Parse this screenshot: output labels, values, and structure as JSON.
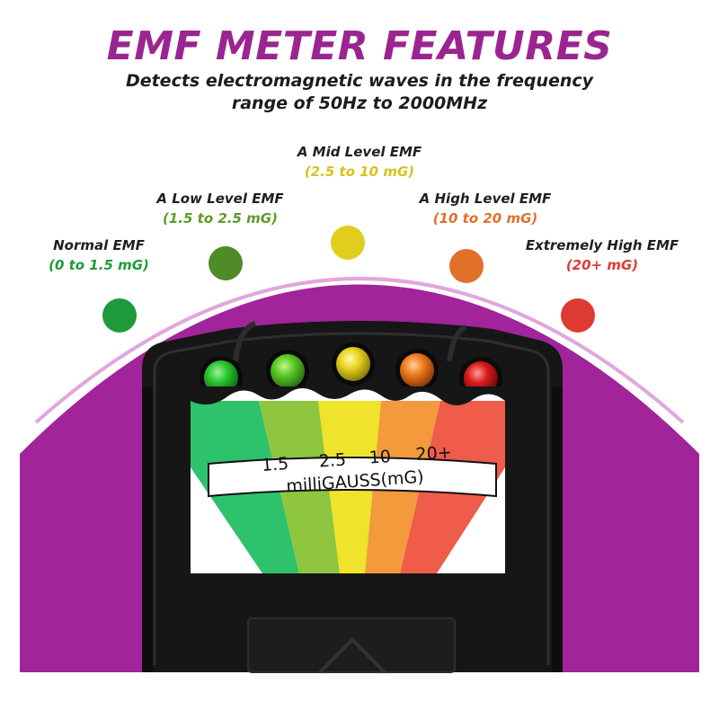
{
  "header": {
    "title": "EMF METER FEATURES",
    "subtitle_line1": "Detects electromagnetic waves in the frequency",
    "subtitle_line2": "range of 50Hz to 2000MHz"
  },
  "levels": [
    {
      "name": "Normal EMF",
      "range": "(0 to 1.5 mG)",
      "color": "#1f9a3a",
      "led": "green-led"
    },
    {
      "name": "A Low Level EMF",
      "range": "(1.5 to 2.5 mG)",
      "color": "#5e9a28",
      "led": "light-green-led"
    },
    {
      "name": "A Mid Level EMF",
      "range": "(2.5 to 10 mG)",
      "color": "#d8c21a",
      "led": "yellow-led"
    },
    {
      "name": "A High Level EMF",
      "range": "(10 to 20 mG)",
      "color": "#e0702a",
      "led": "orange-led"
    },
    {
      "name": "Extremely High EMF",
      "range": "(20+ mG)",
      "color": "#df3a32",
      "led": "red-led"
    }
  ],
  "meter": {
    "scale_values": [
      "1.5",
      "2.5",
      "10",
      "20+"
    ],
    "unit_label": "milliGAUSS(mG)",
    "body_color": "#151515",
    "background_color": "#a1249a"
  }
}
